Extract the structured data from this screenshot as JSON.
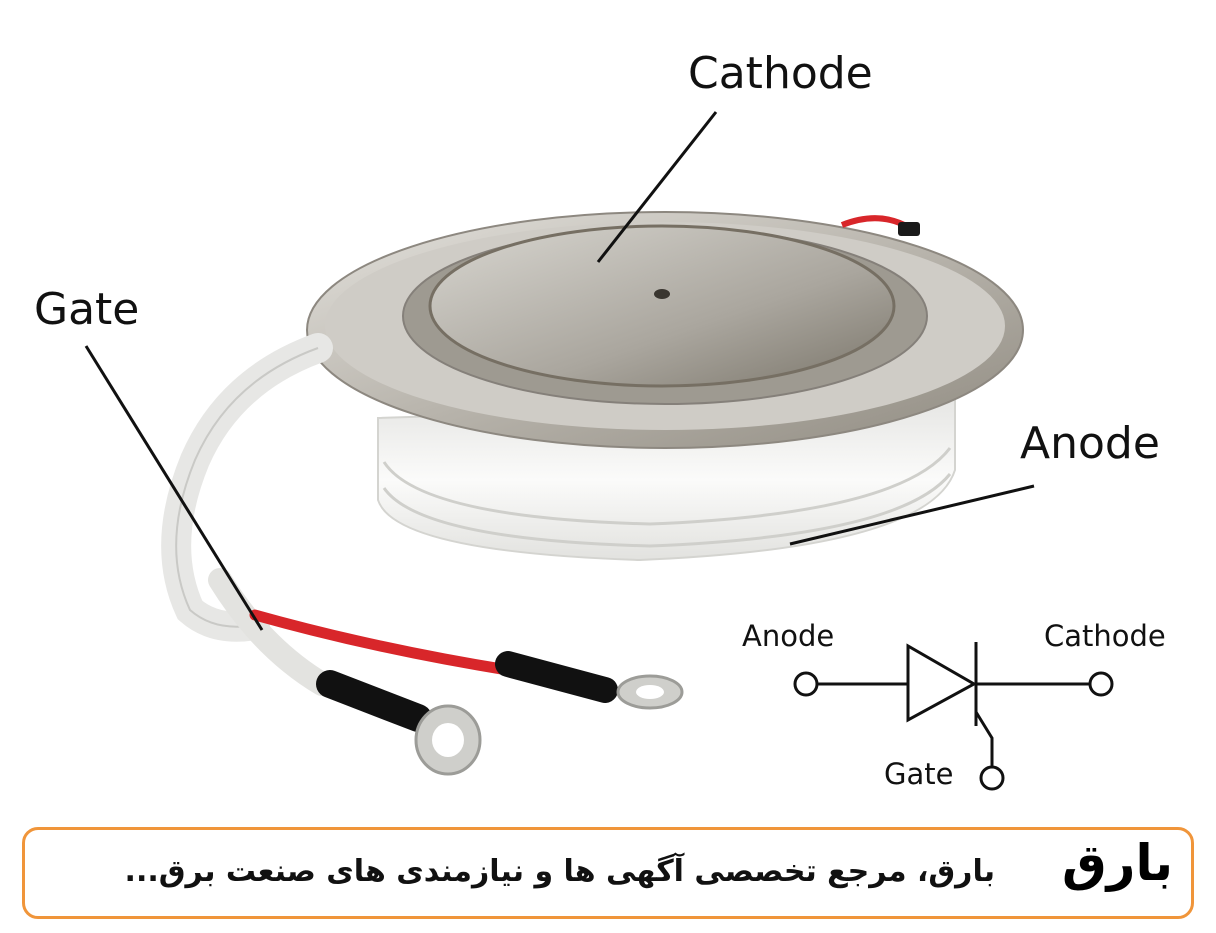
{
  "photo_labels": {
    "cathode": "Cathode",
    "gate": "Gate",
    "anode": "Anode"
  },
  "symbol_labels": {
    "anode": "Anode",
    "cathode": "Cathode",
    "gate": "Gate"
  },
  "banner": {
    "tagline": "بارق، مرجع تخصصی آگهی ها و نیازمندی های صنعت برق...",
    "logo_text": "بارق",
    "accent_color": "#f0953a"
  },
  "colors": {
    "gate_wire": "#d8262a",
    "disc_metal": "#bdbab4",
    "ceramic": "#f4f4f2"
  }
}
